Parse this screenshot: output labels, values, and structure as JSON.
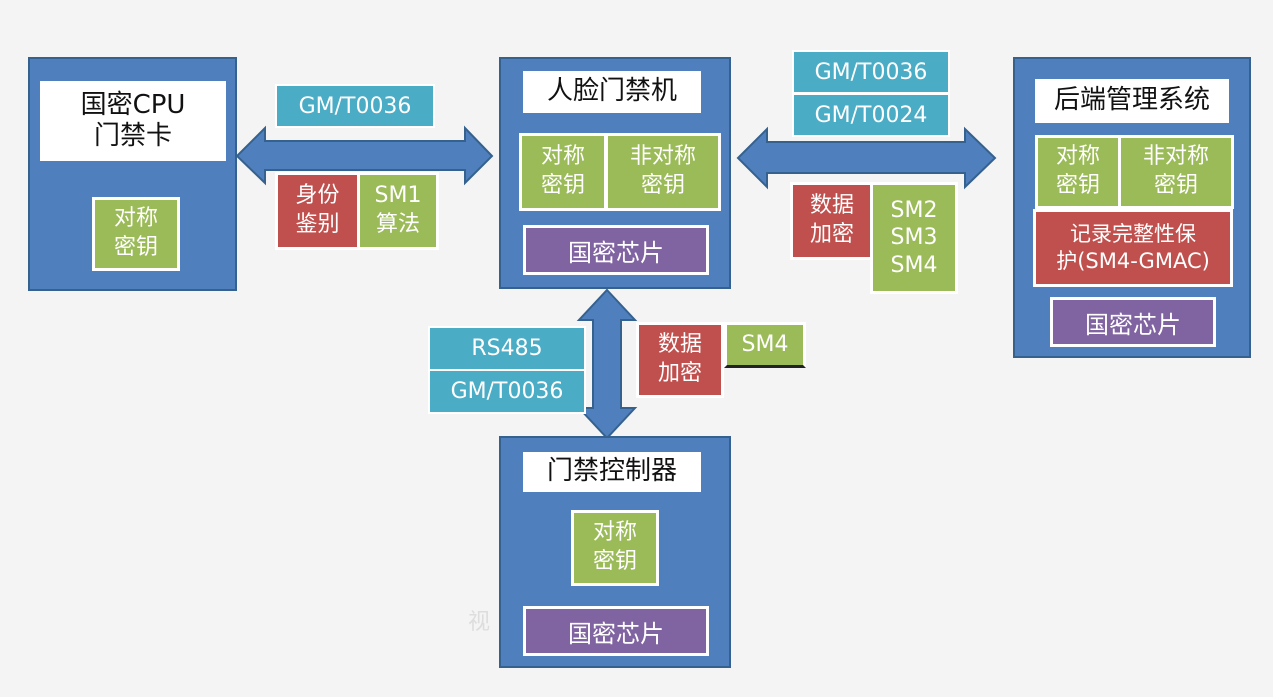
{
  "cpu_card": {
    "title_line1": "国密CPU",
    "title_line2": "门禁卡",
    "key": "对称\n密钥"
  },
  "face_device": {
    "title": "人脸门禁机",
    "sym_key": "对称\n密钥",
    "asym_key": "非对称\n密钥",
    "chip": "国密芯片"
  },
  "backend": {
    "title": "后端管理系统",
    "sym_key": "对称\n密钥",
    "asym_key": "非对称\n密钥",
    "integrity": "记录完整性保\n护(SM4-GMAC)",
    "chip": "国密芯片"
  },
  "controller": {
    "title": "门禁控制器",
    "key": "对称\n密钥",
    "chip": "国密芯片"
  },
  "link_card_face": {
    "protocol": "GM/T0036",
    "auth": "身份\n鉴别",
    "algo": "SM1\n算法"
  },
  "link_face_backend": {
    "protocol1": "GM/T0036",
    "protocol2": "GM/T0024",
    "enc": "数据\n加密",
    "algos": "SM2\nSM3\nSM4"
  },
  "link_face_controller": {
    "protocol1": "RS485",
    "protocol2": "GM/T0036",
    "enc": "数据\n加密",
    "algo": "SM4"
  },
  "watermark": "视",
  "colors": {
    "panel": "#4f80bd",
    "green": "#9bbb59",
    "purple": "#8063a1",
    "red": "#c0504d",
    "teal": "#4bacc6",
    "arrow": "#4f80bd"
  }
}
